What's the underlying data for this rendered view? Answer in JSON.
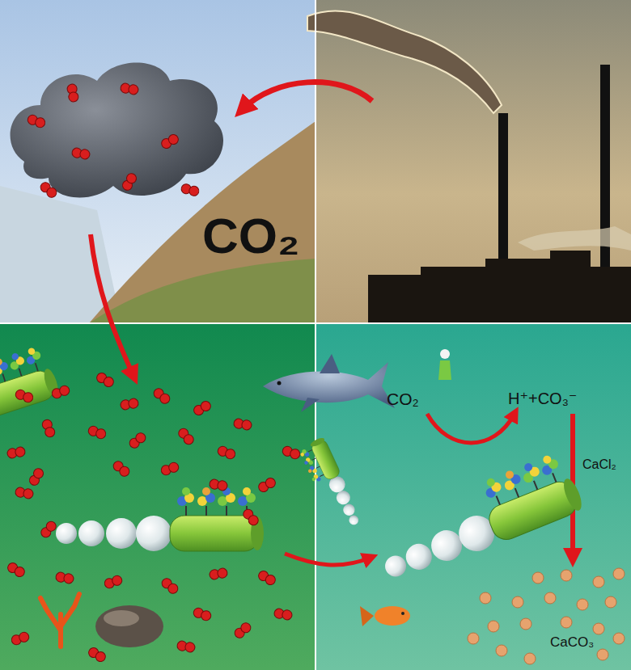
{
  "diagram": {
    "labels": [
      "CO₂",
      "CO₂",
      "H⁺+CO₃⁻",
      "CaCl₂",
      "CaCO₃"
    ]
  }
}
